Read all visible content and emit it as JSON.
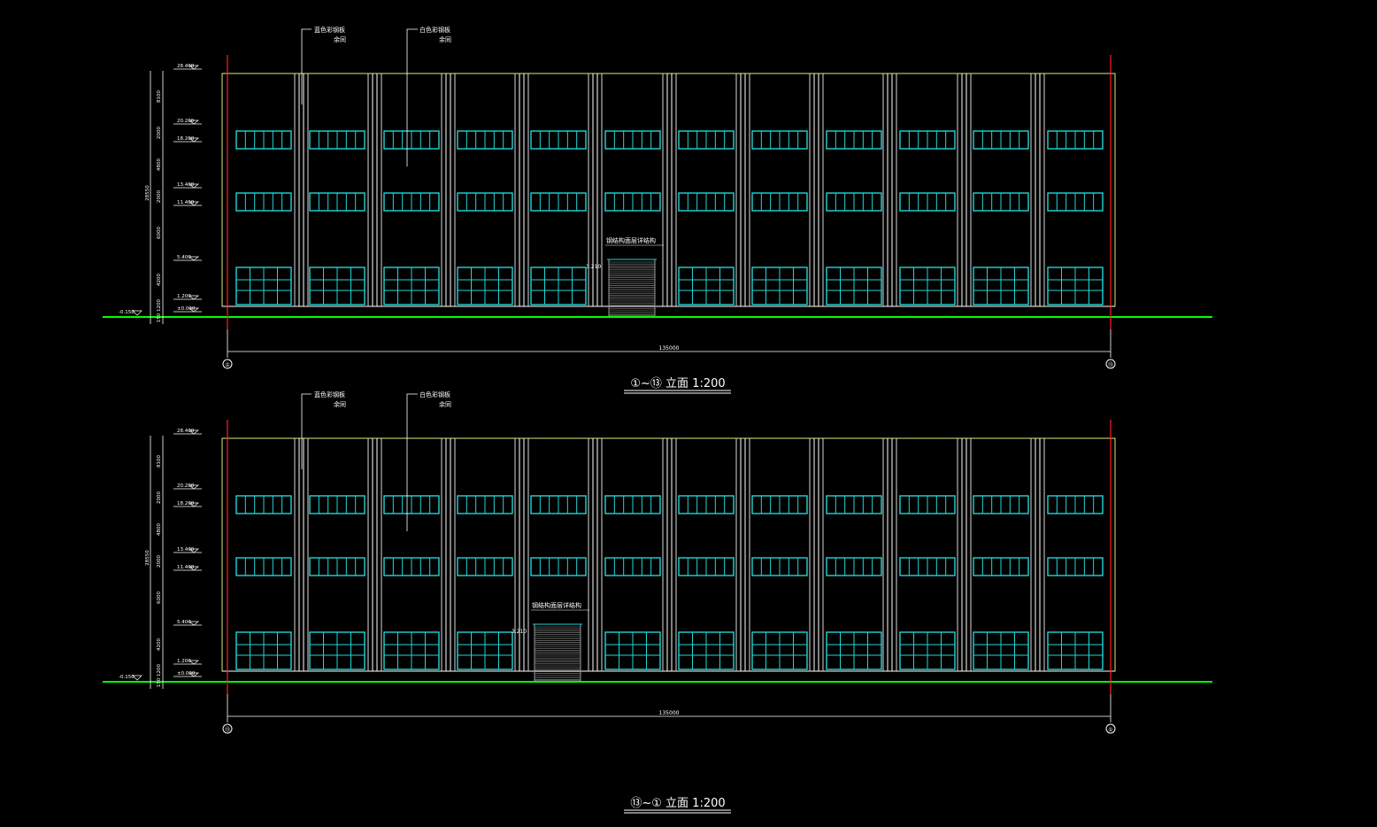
{
  "colors": {
    "background": "#000000",
    "outline": "#e6e67a",
    "window": "#21d6d6",
    "column": "#ffffff",
    "ground": "#00ff00",
    "axis": "#ff2020",
    "dimension": "#ffffff",
    "door": "#9a9a9a",
    "title": "#ffffff"
  },
  "elevations": [
    {
      "title": "①~⑬ 立面  1:200",
      "callout_blue": [
        "蓝色彩钢板",
        "余同"
      ],
      "callout_white": [
        "白色彩钢板",
        "余同"
      ],
      "door_note": "钢结构面层详结构",
      "door_level": "3.210",
      "total_length": "135000",
      "total_height": "28550",
      "grid_left": "①",
      "grid_right": "⑬",
      "ground_level": "-0.150",
      "levels": [
        "28.400",
        "20.200",
        "18.200",
        "13.400",
        "11.400",
        "5.400",
        "1.200",
        "±0.000"
      ],
      "segments": [
        "8100",
        "2000",
        "4800",
        "2000",
        "6000",
        "4200",
        "1200",
        "150"
      ],
      "door_bay": 5
    },
    {
      "title": "⑬~①  立面  1:200",
      "callout_blue": [
        "蓝色彩钢板",
        "余同"
      ],
      "callout_white": [
        "白色彩钢板",
        "余同"
      ],
      "door_note": "钢结构面层详结构",
      "door_level": "3.210",
      "total_length": "135000",
      "total_height": "28550",
      "grid_left": "⑬",
      "grid_right": "①",
      "ground_level": "-0.150",
      "levels": [
        "28.400",
        "20.200",
        "18.200",
        "13.400",
        "11.400",
        "5.400",
        "1.200",
        "±0.000"
      ],
      "segments": [
        "8100",
        "2000",
        "4800",
        "2000",
        "6000",
        "4200",
        "1200",
        "150"
      ],
      "door_bay": 4
    }
  ]
}
